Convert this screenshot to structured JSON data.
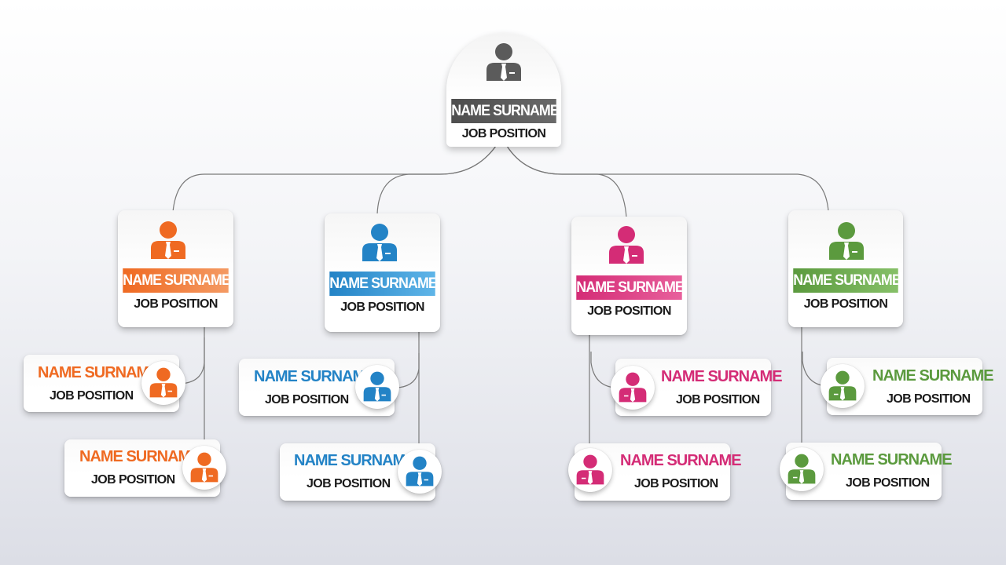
{
  "colors": {
    "root": "#5b5b5b",
    "orange": "#ef6a22",
    "blue": "#2383c6",
    "pink": "#d42c76",
    "green": "#5b9a3e",
    "connector": "#7a7a7a"
  },
  "root": {
    "name": "NAME SURNAME",
    "job": "JOB POSITION",
    "icon": "person-icon"
  },
  "managers": [
    {
      "name": "NAME SURNAME",
      "job": "JOB POSITION",
      "color": "#ef6a22",
      "color_light": "#f49a63"
    },
    {
      "name": "NAME SURNAME",
      "job": "JOB POSITION",
      "color": "#2383c6",
      "color_light": "#5fb5e8"
    },
    {
      "name": "NAME SURNAME",
      "job": "JOB POSITION",
      "color": "#d42c76",
      "color_light": "#e8609c"
    },
    {
      "name": "NAME SURNAME",
      "job": "JOB POSITION",
      "color": "#5b9a3e",
      "color_light": "#86c068"
    }
  ],
  "subordinates": [
    {
      "name": "NAME SURNAME",
      "job": "JOB POSITION",
      "color": "#ef6a22"
    },
    {
      "name": "NAME SURNAME",
      "job": "JOB POSITION",
      "color": "#ef6a22"
    },
    {
      "name": "NAME SURNAME",
      "job": "JOB POSITION",
      "color": "#2383c6"
    },
    {
      "name": "NAME SURNAME",
      "job": "JOB POSITION",
      "color": "#2383c6"
    },
    {
      "name": "NAME SURNAME",
      "job": "JOB POSITION",
      "color": "#d42c76"
    },
    {
      "name": "NAME SURNAME",
      "job": "JOB POSITION",
      "color": "#d42c76"
    },
    {
      "name": "NAME SURNAME",
      "job": "JOB POSITION",
      "color": "#5b9a3e"
    },
    {
      "name": "NAME SURNAME",
      "job": "JOB POSITION",
      "color": "#5b9a3e"
    }
  ]
}
